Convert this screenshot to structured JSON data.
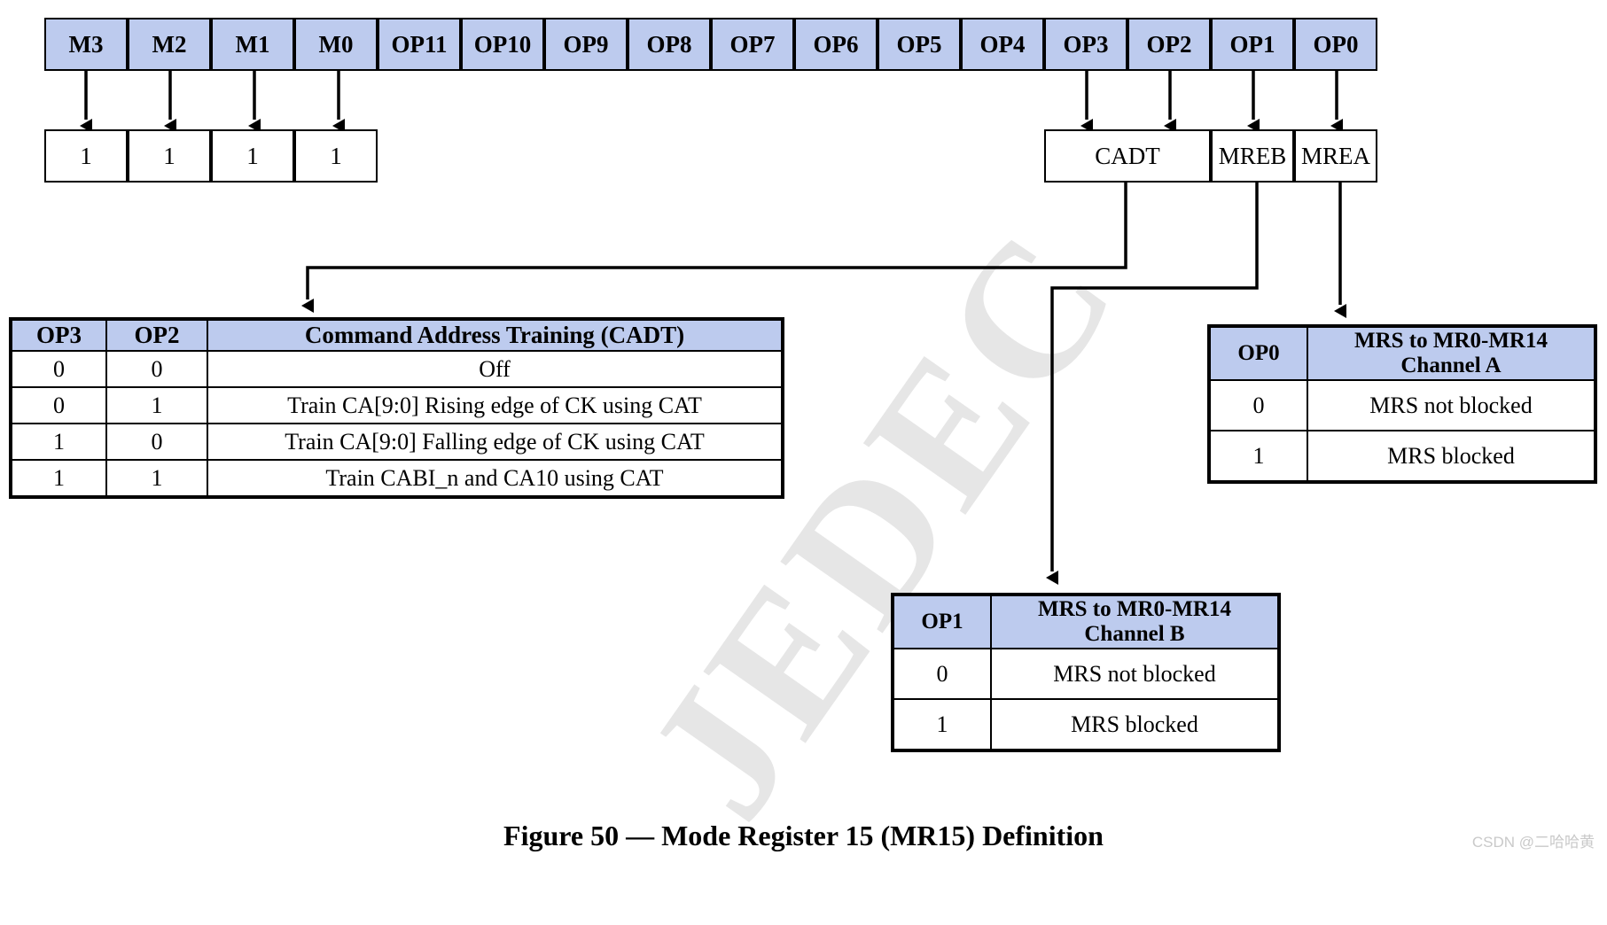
{
  "figure": {
    "caption": "Figure 50 — Mode Register 15 (MR15) Definition",
    "watermark": "JEDEC",
    "credit": "CSDN @二哈哈黄"
  },
  "colors": {
    "header_fill": "#bdcbee",
    "border": "#000000",
    "background": "#ffffff",
    "watermark": "#e6e6e6",
    "credit_text": "#c9c9c9"
  },
  "register_row": {
    "name": "MR15 bit header row",
    "bits": [
      {
        "label": "M3"
      },
      {
        "label": "M2"
      },
      {
        "label": "M1"
      },
      {
        "label": "M0"
      },
      {
        "label": "OP11"
      },
      {
        "label": "OP10"
      },
      {
        "label": "OP9"
      },
      {
        "label": "OP8"
      },
      {
        "label": "OP7"
      },
      {
        "label": "OP6"
      },
      {
        "label": "OP5"
      },
      {
        "label": "OP4"
      },
      {
        "label": "OP3"
      },
      {
        "label": "OP2"
      },
      {
        "label": "OP1"
      },
      {
        "label": "OP0"
      }
    ]
  },
  "value_row": {
    "mode_bits": [
      {
        "label": "1"
      },
      {
        "label": "1"
      },
      {
        "label": "1"
      },
      {
        "label": "1"
      }
    ],
    "fields": [
      {
        "label": "CADT"
      },
      {
        "label": "MREB"
      },
      {
        "label": "MREA"
      }
    ]
  },
  "cadt_table": {
    "headers": [
      "OP3",
      "OP2",
      "Command Address Training (CADT)"
    ],
    "rows": [
      [
        "0",
        "0",
        "Off"
      ],
      [
        "0",
        "1",
        "Train CA[9:0] Rising edge of CK using CAT"
      ],
      [
        "1",
        "0",
        "Train CA[9:0] Falling edge of CK using CAT"
      ],
      [
        "1",
        "1",
        "Train CABI_n and CA10 using CAT"
      ]
    ]
  },
  "channel_a_table": {
    "headers": [
      "OP0",
      "MRS to MR0-MR14 Channel A"
    ],
    "header_line1": "MRS to MR0-MR14",
    "header_line2": "Channel A",
    "rows": [
      [
        "0",
        "MRS not blocked"
      ],
      [
        "1",
        "MRS blocked"
      ]
    ]
  },
  "channel_b_table": {
    "headers": [
      "OP1",
      "MRS to MR0-MR14 Channel B"
    ],
    "header_line1": "MRS to MR0-MR14",
    "header_line2": "Channel B",
    "rows": [
      [
        "0",
        "MRS not blocked"
      ],
      [
        "1",
        "MRS blocked"
      ]
    ]
  }
}
